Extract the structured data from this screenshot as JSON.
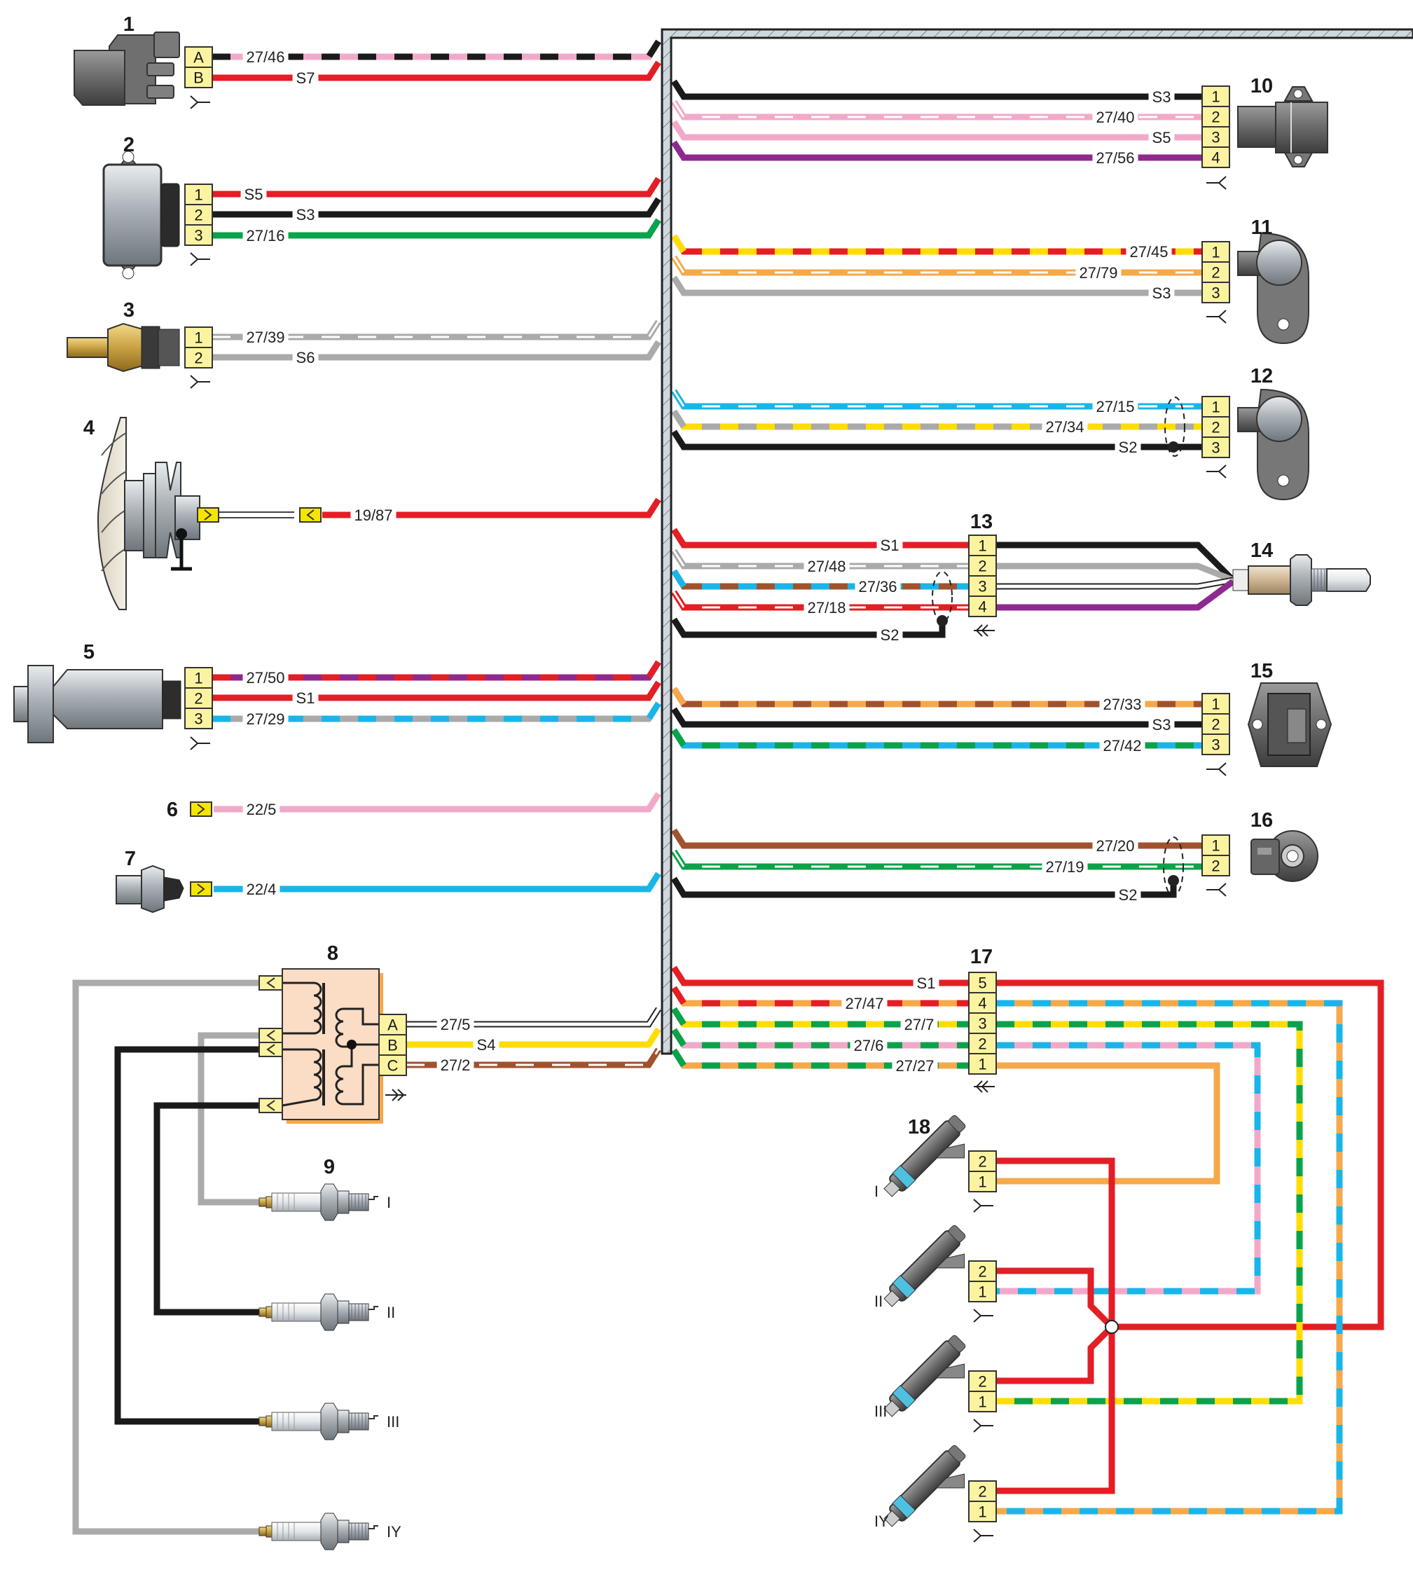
{
  "title": "Engine management wiring diagram",
  "colors": {
    "connector_fill": "#fbf3a0",
    "harness_fill": "#cfd8df",
    "red": "#e31e25",
    "black": "#1a1a1a",
    "pink": "#f2a9c9",
    "purple": "#8e2a8e",
    "green": "#0aa24a",
    "grey": "#aaaaaa",
    "yellow": "#ffdd00",
    "orange": "#f5a94a",
    "blue": "#1ab5e8",
    "brown": "#a0522d",
    "white": "#ffffff",
    "coil_fill": "#fbdcc4"
  },
  "components": [
    {
      "id": "1",
      "label": "1",
      "pins": [
        "A",
        "B"
      ],
      "connector_symbol": "socket-icon"
    },
    {
      "id": "2",
      "label": "2",
      "pins": [
        "1",
        "2",
        "3"
      ],
      "connector_symbol": "socket-icon"
    },
    {
      "id": "3",
      "label": "3",
      "pins": [
        "1",
        "2"
      ],
      "connector_symbol": "socket-icon"
    },
    {
      "id": "4",
      "label": "4",
      "pins": []
    },
    {
      "id": "5",
      "label": "5",
      "pins": [
        "1",
        "2",
        "3"
      ],
      "connector_symbol": "socket-icon"
    },
    {
      "id": "6",
      "label": "6",
      "pins": []
    },
    {
      "id": "7",
      "label": "7",
      "pins": []
    },
    {
      "id": "8",
      "label": "8",
      "pins": [
        "A",
        "B",
        "C"
      ],
      "connector_symbol": "plug-icon"
    },
    {
      "id": "9",
      "label": "9",
      "plugs": [
        "I",
        "II",
        "III",
        "IY"
      ]
    },
    {
      "id": "10",
      "label": "10",
      "pins": [
        "1",
        "2",
        "3",
        "4"
      ],
      "connector_symbol": "socket-icon"
    },
    {
      "id": "11",
      "label": "11",
      "pins": [
        "1",
        "2",
        "3"
      ],
      "connector_symbol": "socket-icon"
    },
    {
      "id": "12",
      "label": "12",
      "pins": [
        "1",
        "2",
        "3"
      ],
      "connector_symbol": "socket-icon"
    },
    {
      "id": "13",
      "label": "13",
      "pins": [
        "1",
        "2",
        "3",
        "4"
      ],
      "connector_symbol": "plug-icon"
    },
    {
      "id": "14",
      "label": "14",
      "pins": []
    },
    {
      "id": "15",
      "label": "15",
      "pins": [
        "1",
        "2",
        "3"
      ],
      "connector_symbol": "socket-icon"
    },
    {
      "id": "16",
      "label": "16",
      "pins": [
        "1",
        "2"
      ],
      "connector_symbol": "socket-icon"
    },
    {
      "id": "17",
      "label": "17",
      "pins": [
        "5",
        "4",
        "3",
        "2",
        "1"
      ],
      "connector_symbol": "plug-icon"
    },
    {
      "id": "18",
      "label": "18",
      "injectors": [
        "I",
        "II",
        "III",
        "IY"
      ],
      "pins": [
        "2",
        "1"
      ]
    }
  ],
  "wires": {
    "c1": [
      {
        "pin": "A",
        "label": "27/46",
        "color": "pink",
        "stripe": "black"
      },
      {
        "pin": "B",
        "label": "S7",
        "color": "red"
      }
    ],
    "c2": [
      {
        "pin": "1",
        "label": "S5",
        "color": "red"
      },
      {
        "pin": "2",
        "label": "S3",
        "color": "black"
      },
      {
        "pin": "3",
        "label": "27/16",
        "color": "green"
      }
    ],
    "c3": [
      {
        "pin": "1",
        "label": "27/39",
        "color": "grey",
        "stripe": "white"
      },
      {
        "pin": "2",
        "label": "S6",
        "color": "grey"
      }
    ],
    "c4": [
      {
        "label": "19/87",
        "color": "red"
      }
    ],
    "c5": [
      {
        "pin": "1",
        "label": "27/50",
        "color": "purple",
        "stripe": "red"
      },
      {
        "pin": "2",
        "label": "S1",
        "color": "red"
      },
      {
        "pin": "3",
        "label": "27/29",
        "color": "grey",
        "stripe": "blue"
      }
    ],
    "c6": [
      {
        "label": "22/5",
        "color": "pink"
      }
    ],
    "c7": [
      {
        "label": "22/4",
        "color": "blue"
      }
    ],
    "c8": [
      {
        "pin": "A",
        "label": "27/5",
        "color": "white"
      },
      {
        "pin": "B",
        "label": "S4",
        "color": "yellow"
      },
      {
        "pin": "C",
        "label": "27/2",
        "color": "brown",
        "stripe": "white"
      }
    ],
    "c10": [
      {
        "pin": "1",
        "label": "S3",
        "color": "black"
      },
      {
        "pin": "2",
        "label": "27/40",
        "color": "pink",
        "stripe": "white"
      },
      {
        "pin": "3",
        "label": "S5",
        "color": "pink"
      },
      {
        "pin": "4",
        "label": "27/56",
        "color": "purple"
      }
    ],
    "c11": [
      {
        "pin": "1",
        "label": "27/45",
        "color": "red",
        "stripe": "yellow"
      },
      {
        "pin": "2",
        "label": "27/79",
        "color": "orange",
        "stripe": "white"
      },
      {
        "pin": "3",
        "label": "S3",
        "color": "grey"
      }
    ],
    "c12": [
      {
        "pin": "1",
        "label": "27/15",
        "color": "blue",
        "stripe": "white"
      },
      {
        "pin": "2",
        "label": "27/34",
        "color": "yellow",
        "stripe": "grey"
      },
      {
        "pin": "3",
        "label": "S2",
        "color": "black"
      }
    ],
    "c13": [
      {
        "pin": "1",
        "label": "S1",
        "color": "red"
      },
      {
        "pin": "2",
        "label": "27/48",
        "color": "grey",
        "stripe": "white"
      },
      {
        "pin": "3",
        "label": "27/36",
        "color": "brown",
        "stripe": "blue"
      },
      {
        "pin": "4",
        "label": "27/18",
        "color": "red",
        "stripe": "white"
      },
      {
        "pin": "shield",
        "label": "S2",
        "color": "black"
      }
    ],
    "c15": [
      {
        "pin": "1",
        "label": "27/33",
        "color": "brown",
        "stripe": "orange"
      },
      {
        "pin": "2",
        "label": "S3",
        "color": "black"
      },
      {
        "pin": "3",
        "label": "27/42",
        "color": "blue",
        "stripe": "green"
      }
    ],
    "c16": [
      {
        "pin": "1",
        "label": "27/20",
        "color": "brown"
      },
      {
        "pin": "2",
        "label": "27/19",
        "color": "green",
        "stripe": "white"
      },
      {
        "pin": "shield",
        "label": "S2",
        "color": "black"
      }
    ],
    "c17": [
      {
        "pin": "5",
        "label": "S1",
        "color": "red"
      },
      {
        "pin": "4",
        "label": "27/47",
        "color": "orange",
        "stripe": "red"
      },
      {
        "pin": "3",
        "label": "27/7",
        "color": "yellow",
        "stripe": "green"
      },
      {
        "pin": "2",
        "label": "27/6",
        "color": "pink",
        "stripe": "green"
      },
      {
        "pin": "1",
        "label": "27/27",
        "color": "orange",
        "stripe": "green"
      }
    ]
  },
  "spark_plug_labels": [
    "I",
    "II",
    "III",
    "IY"
  ],
  "injector_labels": [
    "I",
    "II",
    "III",
    "IY"
  ]
}
